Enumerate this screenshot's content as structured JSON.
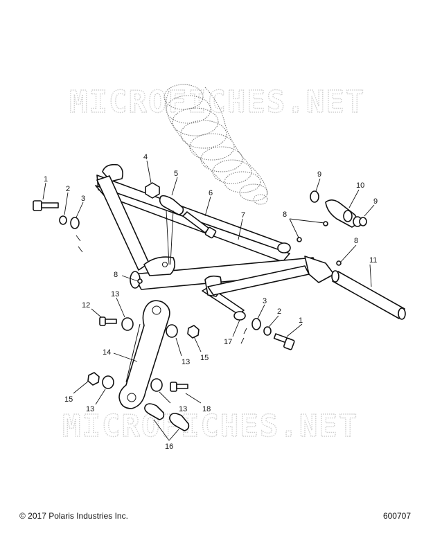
{
  "watermark": {
    "text": "MICROFICHES.NET"
  },
  "footer": {
    "copyright": "© 2017 Polaris Industries Inc.",
    "figure_number": "600707"
  },
  "callouts": {
    "c1a": "1",
    "c2a": "2",
    "c3a": "3",
    "c4": "4",
    "c5": "5",
    "c6": "6",
    "c7": "7",
    "c8a": "8",
    "c9a": "9",
    "c10": "10",
    "c9b": "9",
    "c8b": "8",
    "c11": "11",
    "c8c": "8",
    "c12": "12",
    "c13a": "13",
    "c3b": "3",
    "c2b": "2",
    "c1b": "1",
    "c17": "17",
    "c14": "14",
    "c13b": "13",
    "c15a": "15",
    "c15b": "15",
    "c13c": "13",
    "c13d": "13",
    "c18": "18",
    "c16": "16"
  }
}
